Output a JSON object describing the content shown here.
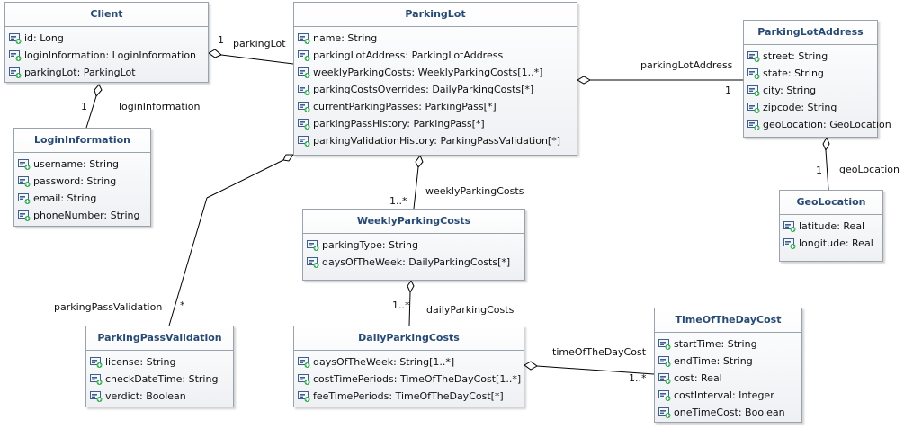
{
  "classes": {
    "client": {
      "name": "Client",
      "attrs": [
        "id: Long",
        "loginInformation: LoginInformation",
        "parkingLot: ParkingLot"
      ]
    },
    "login": {
      "name": "LoginInformation",
      "attrs": [
        "username: String",
        "password: String",
        "email: String",
        "phoneNumber: String"
      ]
    },
    "parkinglot": {
      "name": "ParkingLot",
      "attrs": [
        "name: String",
        "parkingLotAddress: ParkingLotAddress",
        "weeklyParkingCosts: WeeklyParkingCosts[1..*]",
        "parkingCostsOverrides: DailyParkingCosts[*]",
        "currentParkingPasses: ParkingPass[*]",
        "parkingPassHistory: ParkingPass[*]",
        "parkingValidationHistory: ParkingPassValidation[*]"
      ]
    },
    "address": {
      "name": "ParkingLotAddress",
      "attrs": [
        "street: String",
        "state: String",
        "city: String",
        "zipcode: String",
        "geoLocation: GeoLocation"
      ]
    },
    "geo": {
      "name": "GeoLocation",
      "attrs": [
        "latitude: Real",
        "longitude: Real"
      ]
    },
    "weekly": {
      "name": "WeeklyParkingCosts",
      "attrs": [
        "parkingType: String",
        "daysOfTheWeek: DailyParkingCosts[*]"
      ]
    },
    "validation": {
      "name": "ParkingPassValidation",
      "attrs": [
        "license: String",
        "checkDateTime: String",
        "verdict: Boolean"
      ]
    },
    "daily": {
      "name": "DailyParkingCosts",
      "attrs": [
        "daysOfTheWeek: String[1..*]",
        "costTimePeriods: TimeOfTheDayCost[1..*]",
        "feeTimePeriods: TimeOfTheDayCost[*]"
      ]
    },
    "timecost": {
      "name": "TimeOfTheDayCost",
      "attrs": [
        "startTime: String",
        "endTime: String",
        "cost: Real",
        "costInterval: Integer",
        "oneTimeCost: Boolean"
      ]
    }
  },
  "associations": {
    "client_parkinglot": {
      "role": "parkingLot",
      "multiplicity": "1"
    },
    "client_login": {
      "role": "loginInformation",
      "multiplicity": "1"
    },
    "lot_address": {
      "role": "parkingLotAddress",
      "multiplicity": "1"
    },
    "address_geo": {
      "role": "geoLocation",
      "multiplicity": "1"
    },
    "lot_weekly": {
      "role": "weeklyParkingCosts",
      "multiplicity": "1..*"
    },
    "lot_validation": {
      "role": "parkingPassValidation",
      "multiplicity": "*"
    },
    "weekly_daily": {
      "role": "dailyParkingCosts",
      "multiplicity": "1..*"
    },
    "daily_timecost": {
      "role": "timeOfTheDayCost",
      "multiplicity": "1..*"
    }
  }
}
